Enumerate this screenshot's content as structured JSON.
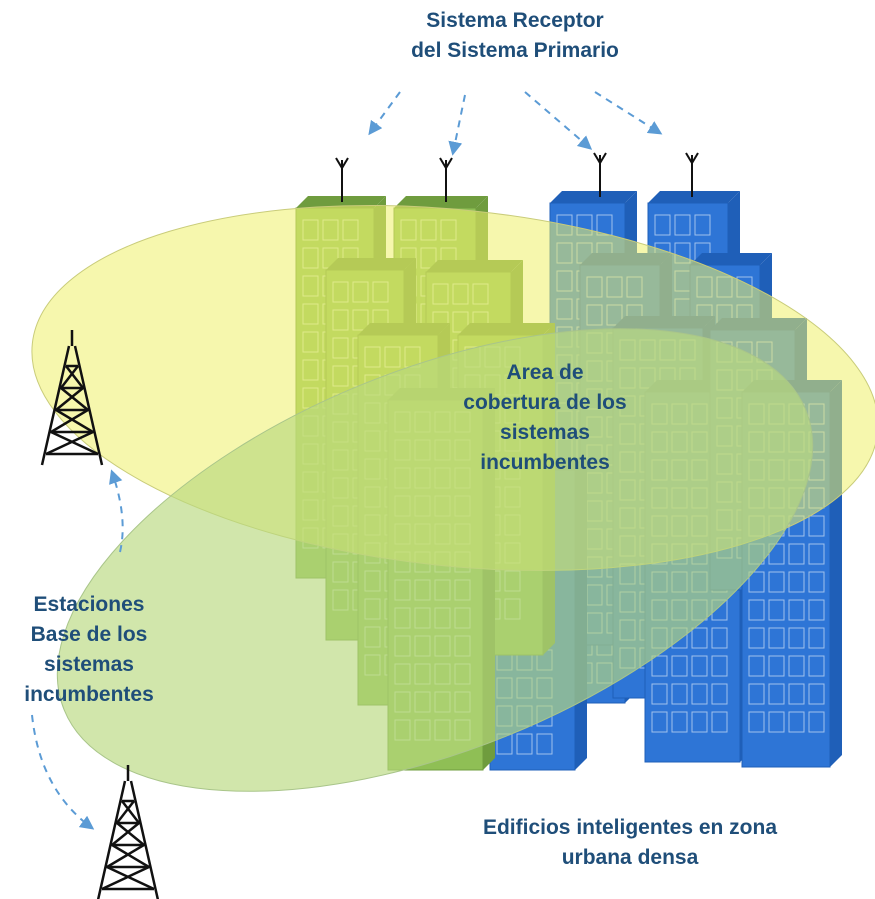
{
  "labels": {
    "receiver": {
      "line1": "Sistema Receptor",
      "line2": "del Sistema Primario"
    },
    "coverage": {
      "line1": "Area de",
      "line2": "cobertura de los",
      "line3": "sistemas",
      "line4": "incumbentes"
    },
    "base_stations": {
      "line1": "Estaciones",
      "line2": "Base de los",
      "line3": "sistemas",
      "line4": "incumbentes"
    },
    "buildings": {
      "line1": "Edificios inteligentes en zona",
      "line2": "urbana densa"
    }
  },
  "colors": {
    "text": "#1f4e79",
    "building_blue": "#2e75d6",
    "building_green": "#8fbf55",
    "coverage_yellow": "#eef06a",
    "coverage_green": "#b9d87e",
    "arrow": "#5b9bd5",
    "tower": "#111111"
  },
  "icons": [
    "receiver-antenna-icon",
    "cell-tower-icon"
  ]
}
